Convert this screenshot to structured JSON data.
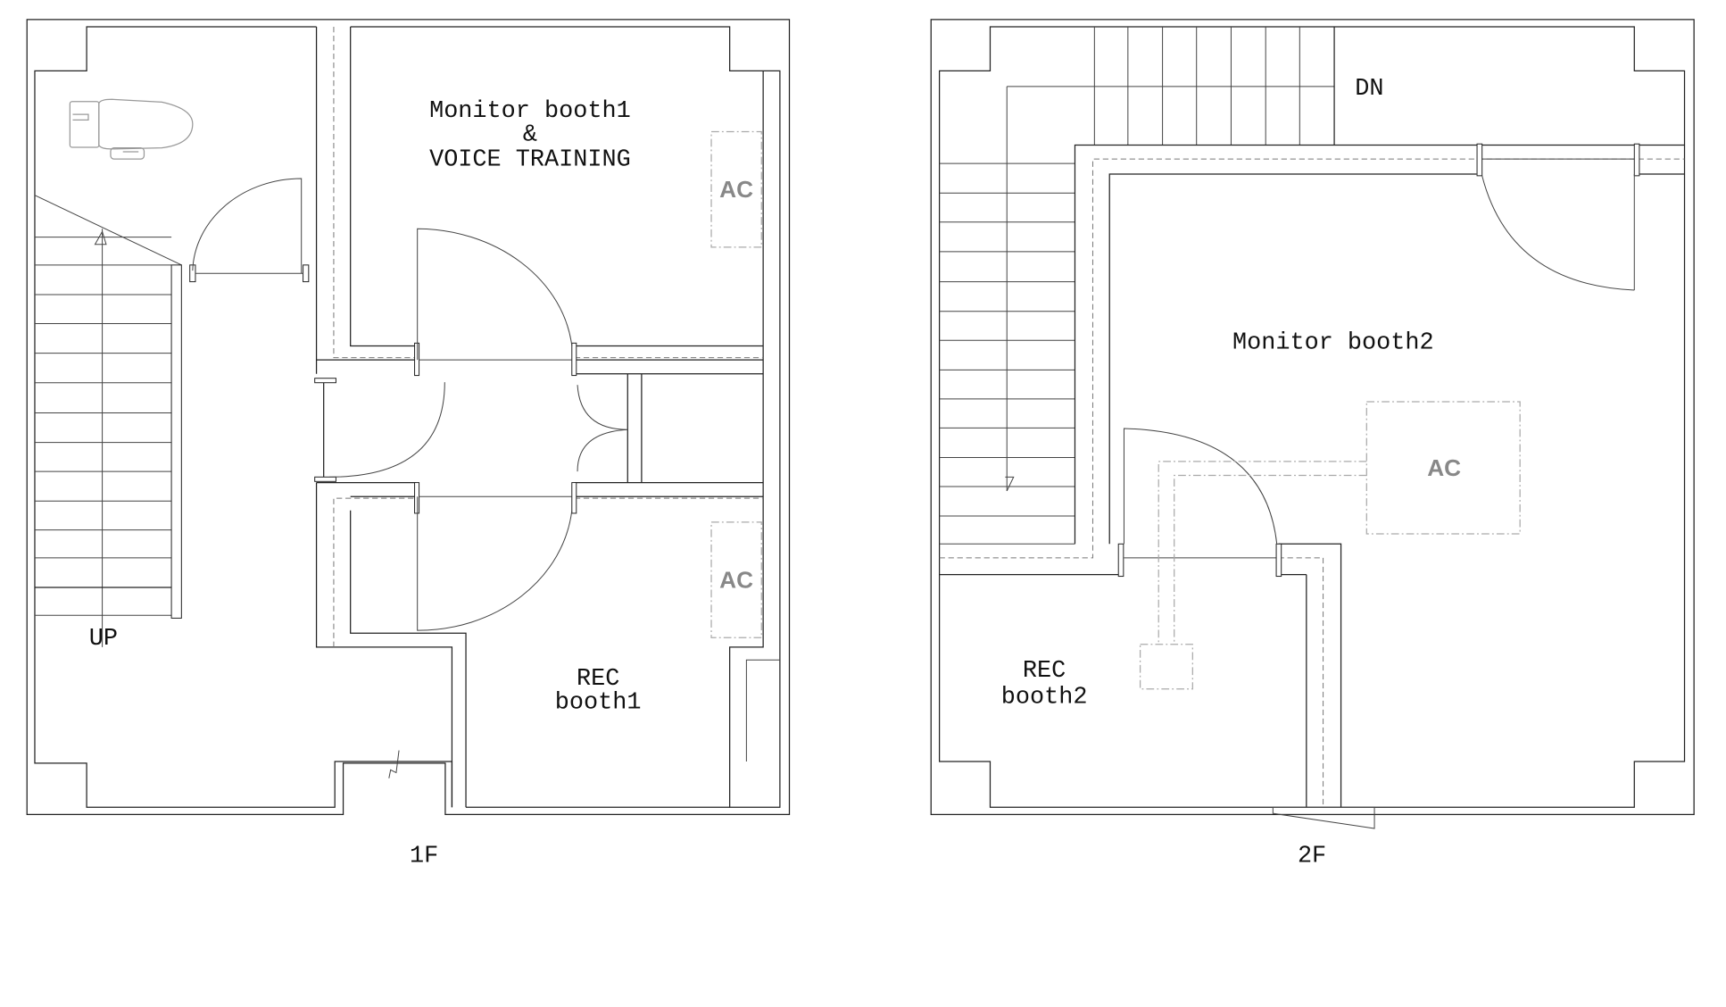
{
  "floor1": {
    "title": "1F",
    "rooms": {
      "monitor_booth1_line1": "Monitor booth1",
      "monitor_booth1_line2": "&",
      "monitor_booth1_line3": "VOICE TRAINING",
      "rec_booth1_line1": "REC",
      "rec_booth1_line2": "booth1"
    },
    "ac_top": "AC",
    "ac_bottom": "AC",
    "stairs_label": "UP"
  },
  "floor2": {
    "title": "2F",
    "rooms": {
      "monitor_booth2": "Monitor booth2",
      "rec_booth2_line1": "REC",
      "rec_booth2_line2": "booth2"
    },
    "ac": "AC",
    "stairs_label": "DN"
  }
}
